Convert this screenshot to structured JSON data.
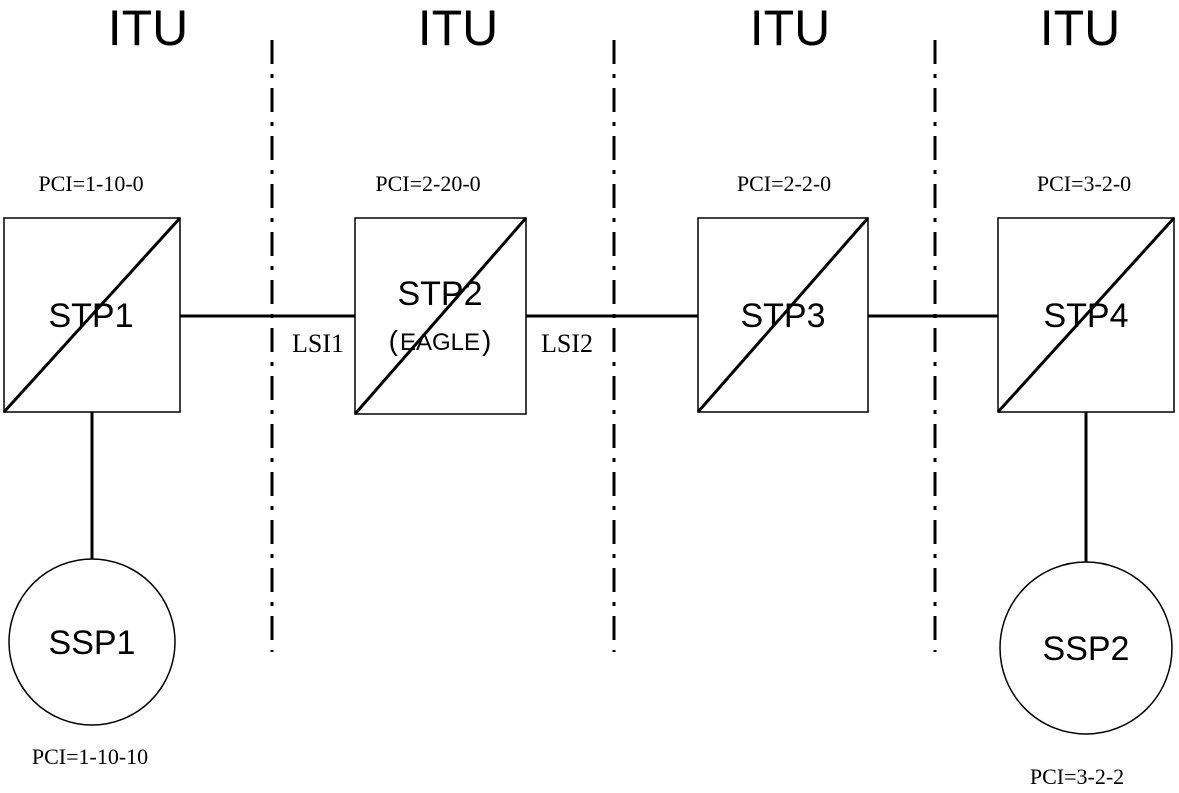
{
  "regions": [
    {
      "label": "ITU"
    },
    {
      "label": "ITU"
    },
    {
      "label": "ITU"
    },
    {
      "label": "ITU"
    }
  ],
  "stps": [
    {
      "name": "STP1",
      "sub": "",
      "pc": "PCI=1-10-0"
    },
    {
      "name": "STP2",
      "sub_open": "(",
      "sub": "EAGLE",
      "sub_close": ")",
      "pc": "PCI=2-20-0"
    },
    {
      "name": "STP3",
      "sub": "",
      "pc": "PCI=2-2-0"
    },
    {
      "name": "STP4",
      "sub": "",
      "pc": "PCI=3-2-0"
    }
  ],
  "ssps": [
    {
      "name": "SSP1",
      "pc": "PCI=1-10-10"
    },
    {
      "name": "SSP2",
      "pc": "PCI=3-2-2"
    }
  ],
  "links": [
    {
      "label": "LSI1"
    },
    {
      "label": "LSI2"
    }
  ]
}
